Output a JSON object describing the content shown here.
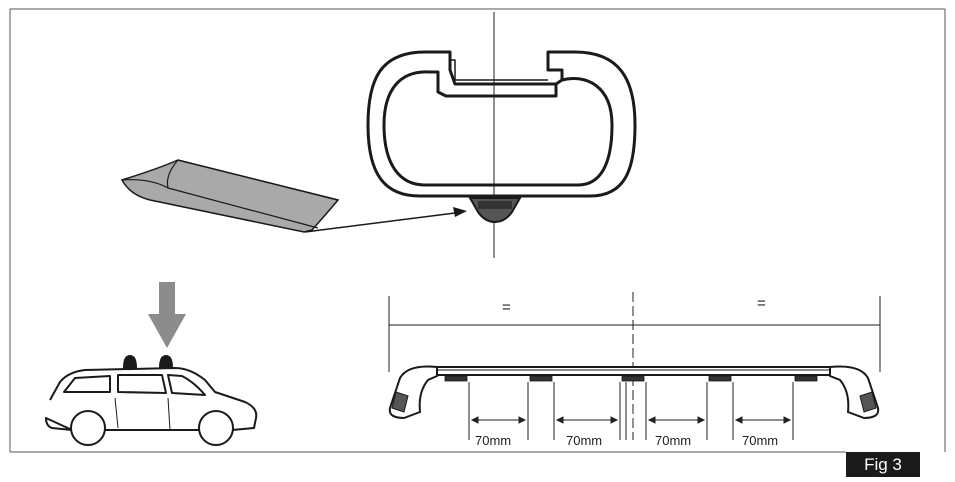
{
  "figure": {
    "label": "Fig 3"
  },
  "spacing": {
    "equal_mark_left": "=",
    "equal_mark_right": "=",
    "gap_labels": [
      "70mm",
      "70mm",
      "70mm",
      "70mm"
    ]
  },
  "colors": {
    "line": "#1a1a1a",
    "frame": "#555555",
    "strip_fill": "#a9a9a9",
    "arrow_fill": "#8c8c8c",
    "plug_fill": "#555555",
    "label_bg": "#1a1a1a",
    "label_text": "#ffffff"
  },
  "icons": {
    "roof_bar_profile": "cross-section-icon",
    "cover_strip": "t-track-cover-strip-icon",
    "car": "station-wagon-car-icon",
    "down_arrow": "down-arrow-icon"
  }
}
